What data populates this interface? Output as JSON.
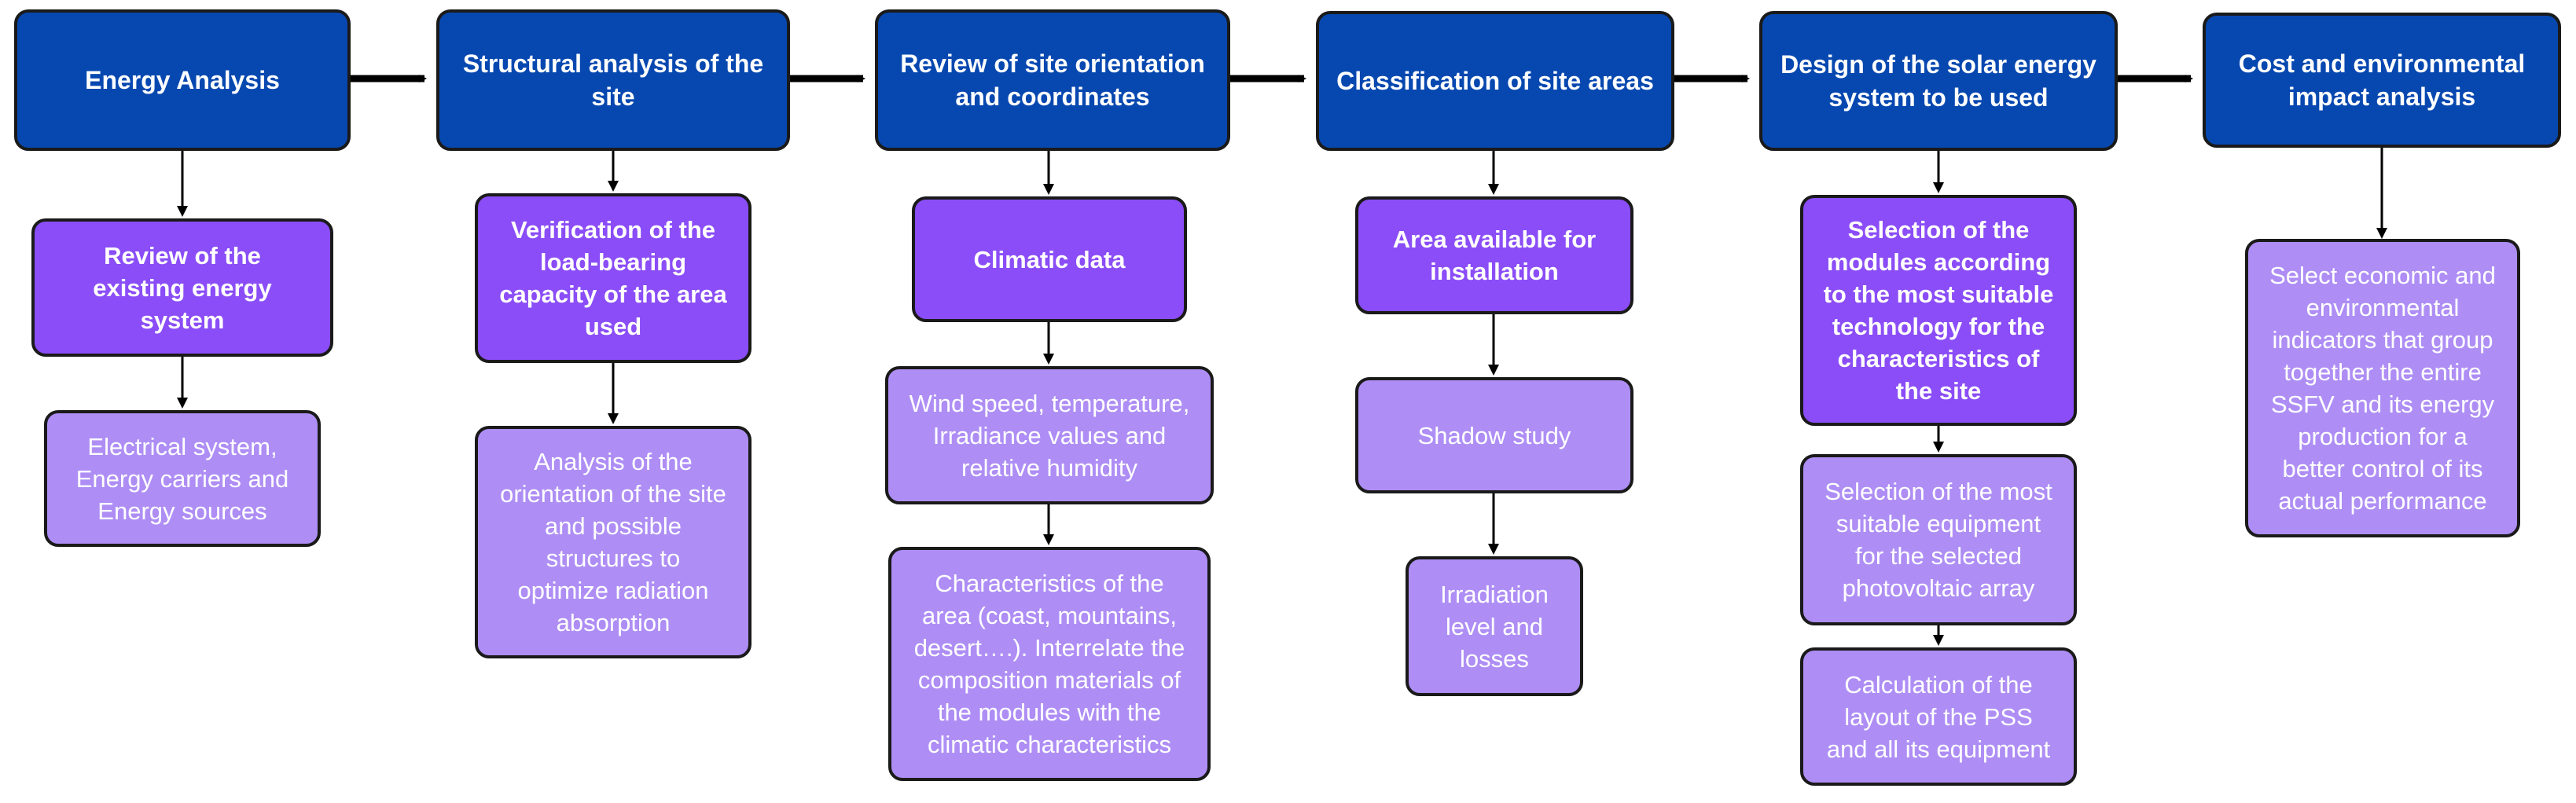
{
  "colors": {
    "header_fill": "#0748b0",
    "primary_fill": "#8a4df7",
    "secondary_fill": "#ae8ef5",
    "border": "#1a1a1a",
    "text": "#ffffff"
  },
  "columns": [
    {
      "header": "Energy Analysis",
      "steps": [
        "Review of the\nexisting energy\nsystem",
        "Electrical system,\nEnergy carriers and\nEnergy sources"
      ]
    },
    {
      "header": "Structural analysis of the\nsite",
      "steps": [
        "Verification of the\nload-bearing\ncapacity of the area\nused",
        "Analysis of the\norientation of the site\nand possible\nstructures to\noptimize radiation\nabsorption"
      ]
    },
    {
      "header": "Review of site orientation\nand coordinates",
      "steps": [
        "Climatic data",
        "Wind speed, temperature,\nIrradiance values and\nrelative humidity",
        "Characteristics of the\narea (coast, mountains,\ndesert….). Interrelate the\ncomposition materials of\nthe modules with the\nclimatic characteristics"
      ]
    },
    {
      "header": "Classification of site areas",
      "steps": [
        "Area available for\ninstallation",
        "Shadow study",
        "Irradiation\nlevel and\nlosses"
      ]
    },
    {
      "header": "Design of the solar energy\nsystem to be used",
      "steps": [
        "Selection of the\nmodules according\nto the most suitable\ntechnology for the\ncharacteristics of\nthe site",
        "Selection of the most\nsuitable equipment\nfor the selected\nphotovoltaic array",
        "Calculation of the\nlayout of the PSS\nand all its equipment"
      ]
    },
    {
      "header": "Cost and environmental\nimpact analysis",
      "steps": [
        "Select economic and\nenvironmental\nindicators that group\ntogether the entire\nSSFV and its energy\nproduction for a\nbetter control of its\nactual performance"
      ]
    }
  ]
}
